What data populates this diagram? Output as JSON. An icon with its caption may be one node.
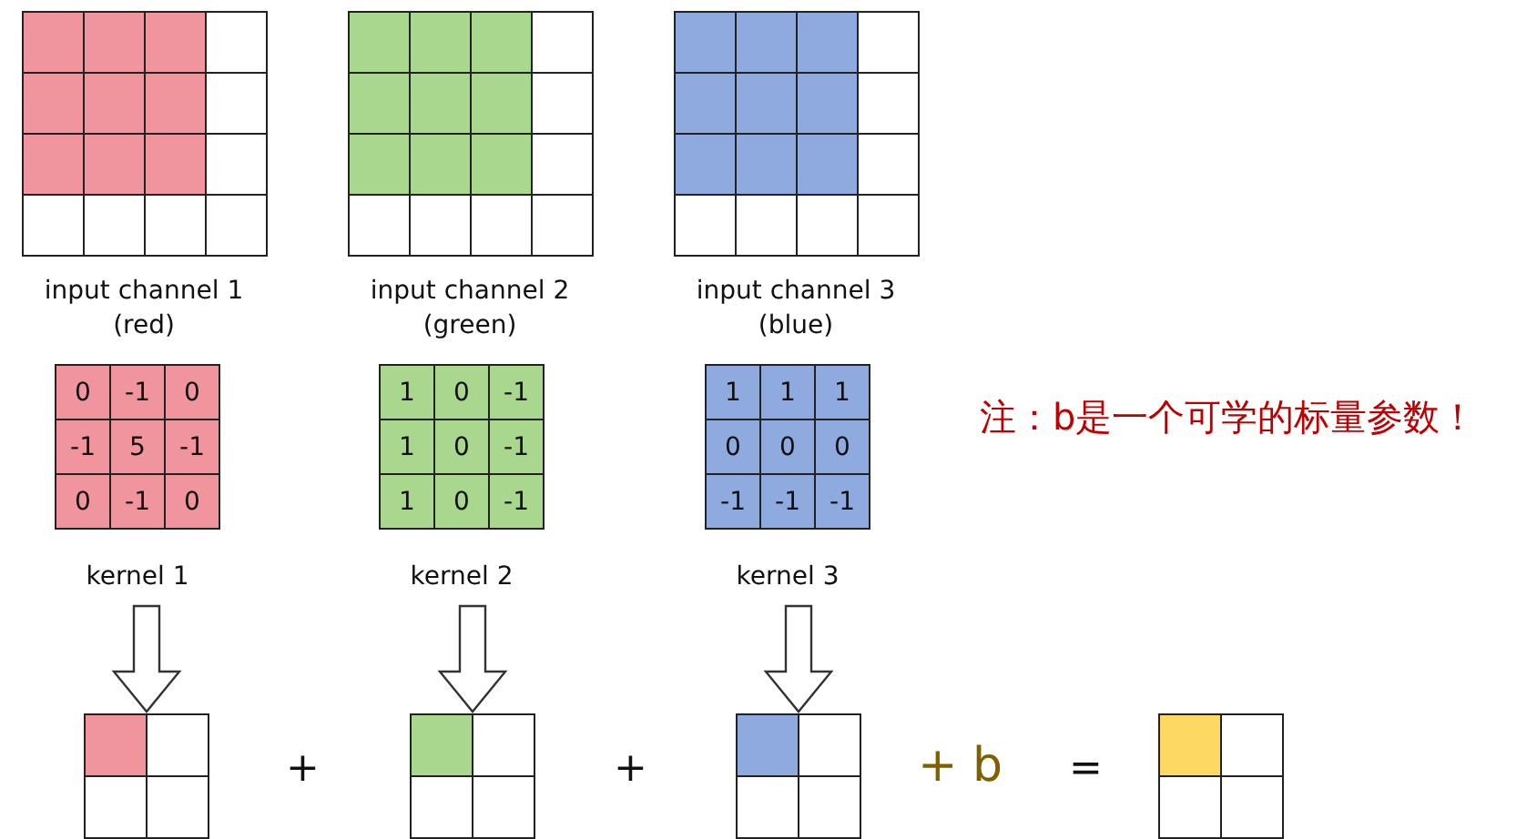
{
  "diagram": {
    "nodes": [
      {
        "text": [
          "input channel 1 (red)"
        ]
      },
      {
        "text": [
          "input channel 2 (green)"
        ]
      },
      {
        "text": [
          "input channel 3 (blue)"
        ]
      },
      {
        "text": [
          "kernel 1"
        ]
      },
      {
        "text": [
          "kernel 2"
        ]
      },
      {
        "text": [
          "kernel 3"
        ]
      },
      {
        "text": [],
        "shape": "box"
      },
      {
        "text": [],
        "shape": "box"
      },
      {
        "text": [],
        "shape": "box"
      },
      {
        "text": [],
        "shape": "box"
      }
    ],
    "edges": [
      {
        "from": 3,
        "to": 6,
        "arrow": "to"
      },
      {
        "from": 4,
        "to": 7,
        "arrow": "to"
      },
      {
        "from": 5,
        "to": 8,
        "arrow": "to"
      }
    ],
    "labels": [
      "0",
      "-1",
      "0",
      "-1",
      "5",
      "-1",
      "0",
      "-1",
      "0",
      "1",
      "0",
      "-1",
      "1",
      "0",
      "-1",
      "1",
      "0",
      "-1",
      "1",
      "1",
      "1",
      "0",
      "0",
      "0",
      "-1",
      "-1",
      "-1",
      "+",
      "+",
      "+ b",
      "=",
      "注：b是一个可学的标量参数！"
    ]
  }
}
